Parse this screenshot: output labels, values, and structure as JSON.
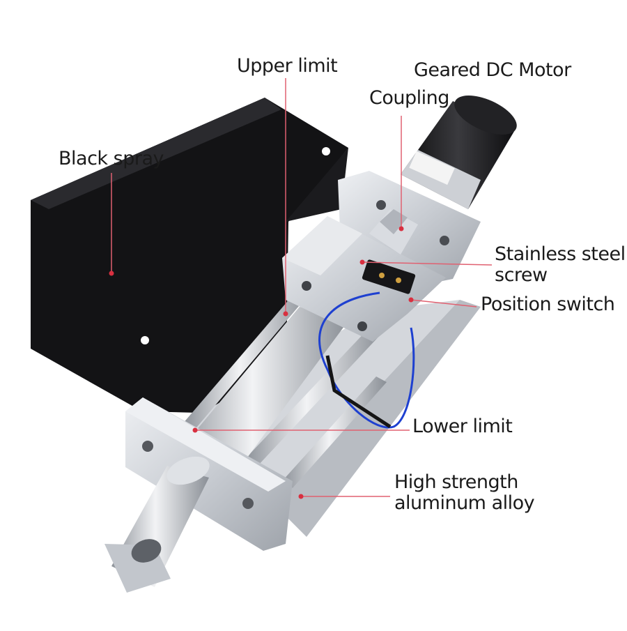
{
  "labels": {
    "upper_limit": "Upper limit",
    "geared_motor": "Geared DC Motor",
    "coupling": "Coupling",
    "black_spray": "Black spray",
    "stainless_screw_line1": "Stainless steel",
    "stainless_screw_line2": "screw",
    "position_switch": "Position switch",
    "lower_limit": "Lower limit",
    "alloy_line1": "High strength",
    "alloy_line2": "aluminum alloy"
  },
  "colors": {
    "callout_line": "#e06070",
    "callout_dot": "#d83040",
    "cover": "#141416",
    "aluminum": "#c9ccd1",
    "motor": "#1c1c1e",
    "wire": "#1e40d0"
  }
}
